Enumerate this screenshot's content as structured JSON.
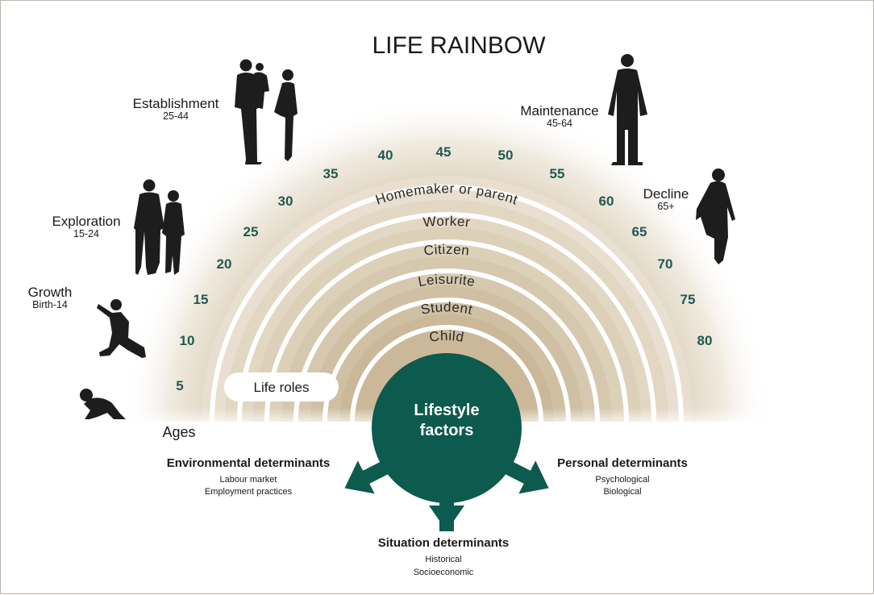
{
  "title": "LIFE RAINBOW",
  "stages": {
    "establishment": {
      "name": "Establishment",
      "ages": "25-44"
    },
    "maintenance": {
      "name": "Maintenance",
      "ages": "45-64"
    },
    "exploration": {
      "name": "Exploration",
      "ages": "15-24"
    },
    "decline": {
      "name": "Decline",
      "ages": "65+"
    },
    "growth": {
      "name": "Growth",
      "ages": "Birth-14"
    }
  },
  "ages": [
    "5",
    "10",
    "15",
    "20",
    "25",
    "30",
    "35",
    "40",
    "45",
    "50",
    "55",
    "60",
    "65",
    "70",
    "75",
    "80"
  ],
  "roles": [
    "Homemaker or parent",
    "Worker",
    "Citizen",
    "Leisurite",
    "Student",
    "Child"
  ],
  "life_roles_label": "Life roles",
  "ages_label": "Ages",
  "center": {
    "line1": "Lifestyle",
    "line2": "factors"
  },
  "determinants": {
    "environmental": {
      "title": "Environmental determinants",
      "items": [
        "Labour market",
        "Employment practices"
      ]
    },
    "personal": {
      "title": "Personal determinants",
      "items": [
        "Psychological",
        "Biological"
      ]
    },
    "situation": {
      "title": "Situation determinants",
      "items": [
        "Historical",
        "Socioeconomic"
      ]
    }
  },
  "colors": {
    "accent": "#0d5a4e",
    "age_text": "#1f5a50",
    "band": "#c9b89a"
  }
}
